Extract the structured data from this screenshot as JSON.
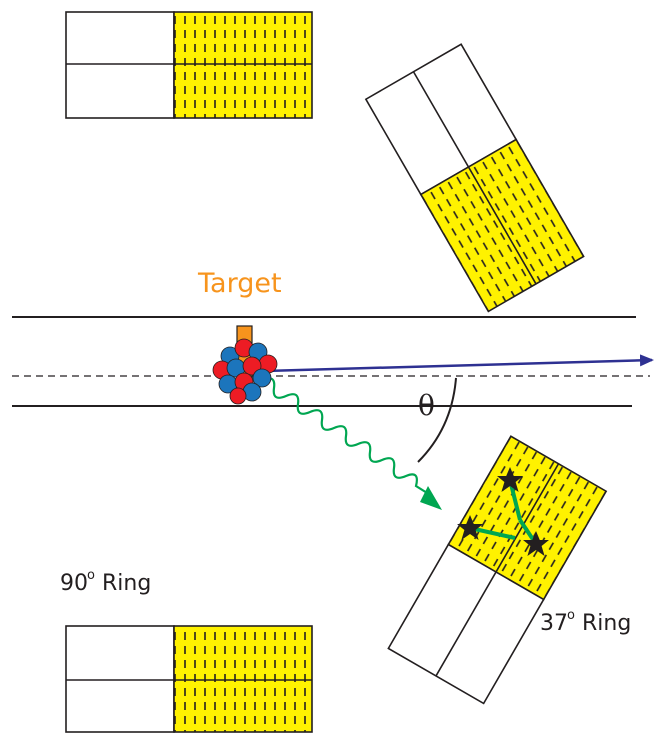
{
  "labels": {
    "target": "Target",
    "theta": "θ",
    "ring90_num": "90",
    "ring90_deg": "o",
    "ring90_word": "Ring",
    "ring37_num": "37",
    "ring37_deg": "o",
    "ring37_word": "Ring"
  },
  "colors": {
    "target_label": "#f7941d",
    "target_foil": "#f7941d",
    "segment_fill": "#fff200",
    "beam_arrow": "#2e3192",
    "gamma_ray": "#00a651",
    "proton": "#ed1c24",
    "neutron": "#1c75bc",
    "outline": "#231f20"
  }
}
